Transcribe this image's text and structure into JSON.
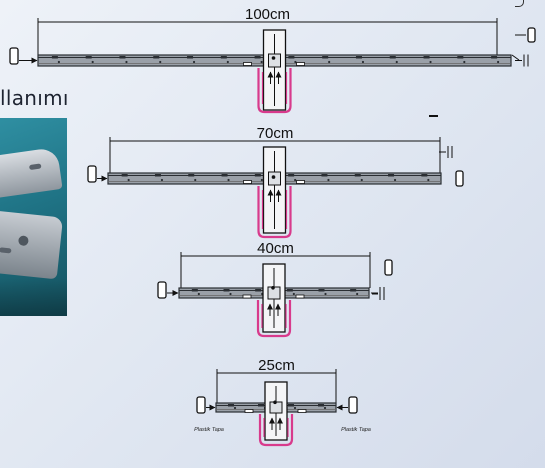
{
  "heading": "llanımı",
  "assemblies": [
    {
      "label": "100cm",
      "plugs": "both-ends"
    },
    {
      "label": "70cm",
      "plugs": "both-ends"
    },
    {
      "label": "40cm",
      "plugs": "both-ends"
    },
    {
      "label": "25cm",
      "plugs": "both-ends",
      "plug_labels": [
        "Plastik Tapa",
        "Plastik Tapa"
      ]
    }
  ],
  "colors": {
    "rail": "#9aa0a8",
    "rail_dark": "#2a2e33",
    "clamp": "#d83a8c",
    "background": "#e3e9f3",
    "photo_bg": "#1f7385"
  },
  "icons": [
    "plastic-plug-icon",
    "insert-arrow-icon",
    "wall-end-icon"
  ]
}
